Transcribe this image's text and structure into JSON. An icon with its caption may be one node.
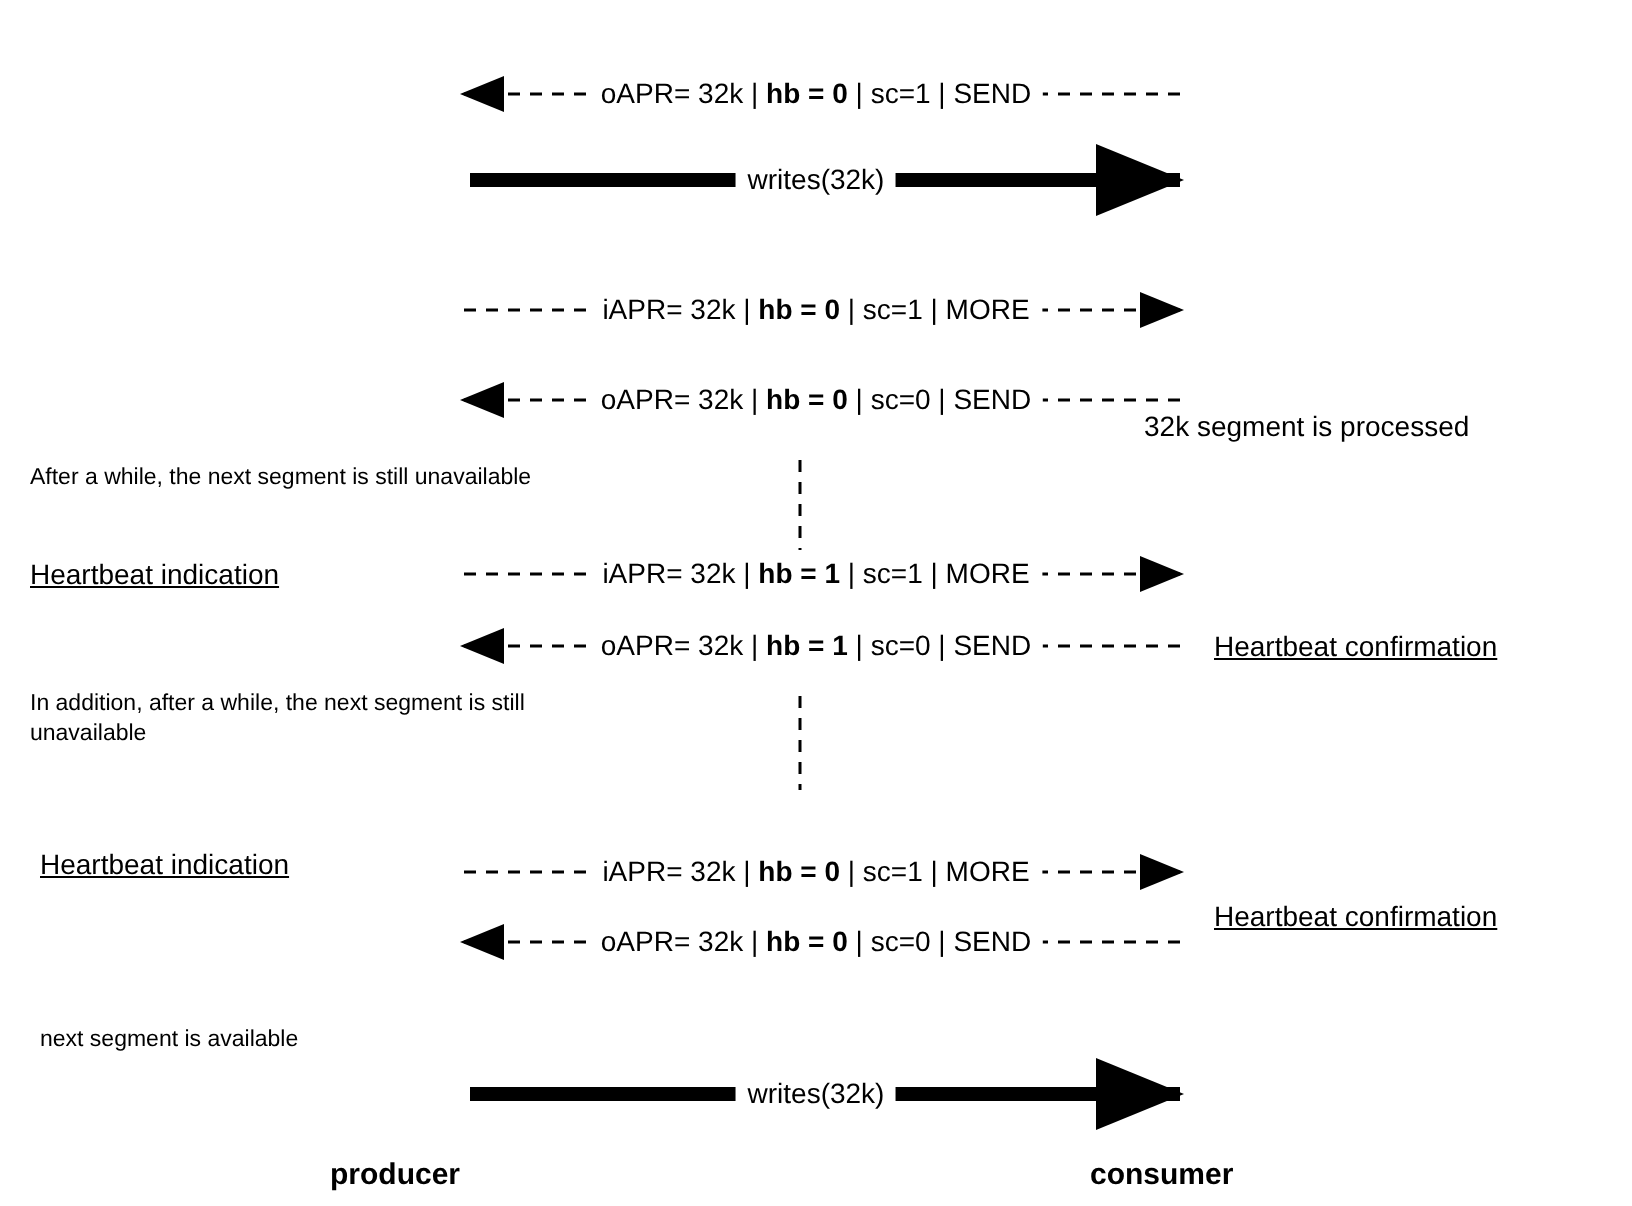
{
  "diagram": {
    "labels": [
      "oAPR= 32k | **hb = 0** | sc=1 | SEND",
      "writes(32k)",
      "iAPR= 32k | **hb = 0** | sc=1 | MORE",
      "oAPR= 32k | **hb = 0** | sc=0 | SEND",
      "32k segment is processed",
      "After a while, the next segment is still unavailable",
      "Heartbeat indication",
      "iAPR= 32k | **hb = 1** | sc=1 | MORE",
      "oAPR= 32k | **hb = 1** | sc=0 | SEND",
      "Heartbeat confirmation",
      "In addition, after a while, the next segment is still unavailable",
      "Heartbeat indication",
      "iAPR= 32k | **hb = 0** | sc=1 | MORE",
      "Heartbeat confirmation",
      "oAPR= 32k | **hb = 0** | sc=0 | SEND",
      "next segment is available",
      "writes(32k)",
      "producer",
      "consumer"
    ]
  }
}
